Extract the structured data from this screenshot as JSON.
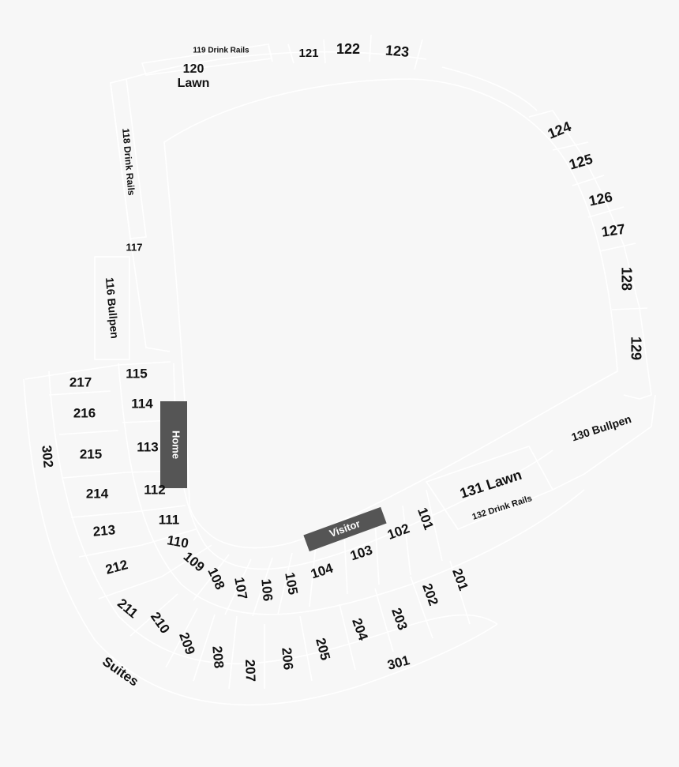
{
  "map": {
    "colors": {
      "background": "#f7f7f7",
      "outline": "#ffffff",
      "text": "#111111",
      "dugout": "#555555"
    },
    "dugouts": {
      "home": "Home",
      "visitor": "Visitor"
    },
    "sections": [
      {
        "id": "s119",
        "label": "119 Drink Rails"
      },
      {
        "id": "s120",
        "label": "120"
      },
      {
        "id": "s120b",
        "label": "Lawn"
      },
      {
        "id": "s121",
        "label": "121"
      },
      {
        "id": "s122",
        "label": "122"
      },
      {
        "id": "s123",
        "label": "123"
      },
      {
        "id": "s124",
        "label": "124"
      },
      {
        "id": "s125",
        "label": "125"
      },
      {
        "id": "s126",
        "label": "126"
      },
      {
        "id": "s127",
        "label": "127"
      },
      {
        "id": "s128",
        "label": "128"
      },
      {
        "id": "s129",
        "label": "129"
      },
      {
        "id": "s130",
        "label": "130 Bullpen"
      },
      {
        "id": "s131",
        "label": "131 Lawn"
      },
      {
        "id": "s132",
        "label": "132 Drink Rails"
      },
      {
        "id": "s118",
        "label": "118 Drink Rails"
      },
      {
        "id": "s117",
        "label": "117"
      },
      {
        "id": "s116",
        "label": "116 Bullpen"
      },
      {
        "id": "s115",
        "label": "115"
      },
      {
        "id": "s114",
        "label": "114"
      },
      {
        "id": "s113",
        "label": "113"
      },
      {
        "id": "s112",
        "label": "112"
      },
      {
        "id": "s111",
        "label": "111"
      },
      {
        "id": "s110",
        "label": "110"
      },
      {
        "id": "s109",
        "label": "109"
      },
      {
        "id": "s108",
        "label": "108"
      },
      {
        "id": "s107",
        "label": "107"
      },
      {
        "id": "s106",
        "label": "106"
      },
      {
        "id": "s105",
        "label": "105"
      },
      {
        "id": "s104",
        "label": "104"
      },
      {
        "id": "s103",
        "label": "103"
      },
      {
        "id": "s102",
        "label": "102"
      },
      {
        "id": "s101",
        "label": "101"
      },
      {
        "id": "s201",
        "label": "201"
      },
      {
        "id": "s202",
        "label": "202"
      },
      {
        "id": "s203",
        "label": "203"
      },
      {
        "id": "s204",
        "label": "204"
      },
      {
        "id": "s205",
        "label": "205"
      },
      {
        "id": "s206",
        "label": "206"
      },
      {
        "id": "s207",
        "label": "207"
      },
      {
        "id": "s208",
        "label": "208"
      },
      {
        "id": "s209",
        "label": "209"
      },
      {
        "id": "s210",
        "label": "210"
      },
      {
        "id": "s211",
        "label": "211"
      },
      {
        "id": "s212",
        "label": "212"
      },
      {
        "id": "s213",
        "label": "213"
      },
      {
        "id": "s214",
        "label": "214"
      },
      {
        "id": "s215",
        "label": "215"
      },
      {
        "id": "s216",
        "label": "216"
      },
      {
        "id": "s217",
        "label": "217"
      },
      {
        "id": "s301",
        "label": "301"
      },
      {
        "id": "s302",
        "label": "302"
      },
      {
        "id": "suites",
        "label": "Suites"
      }
    ]
  }
}
